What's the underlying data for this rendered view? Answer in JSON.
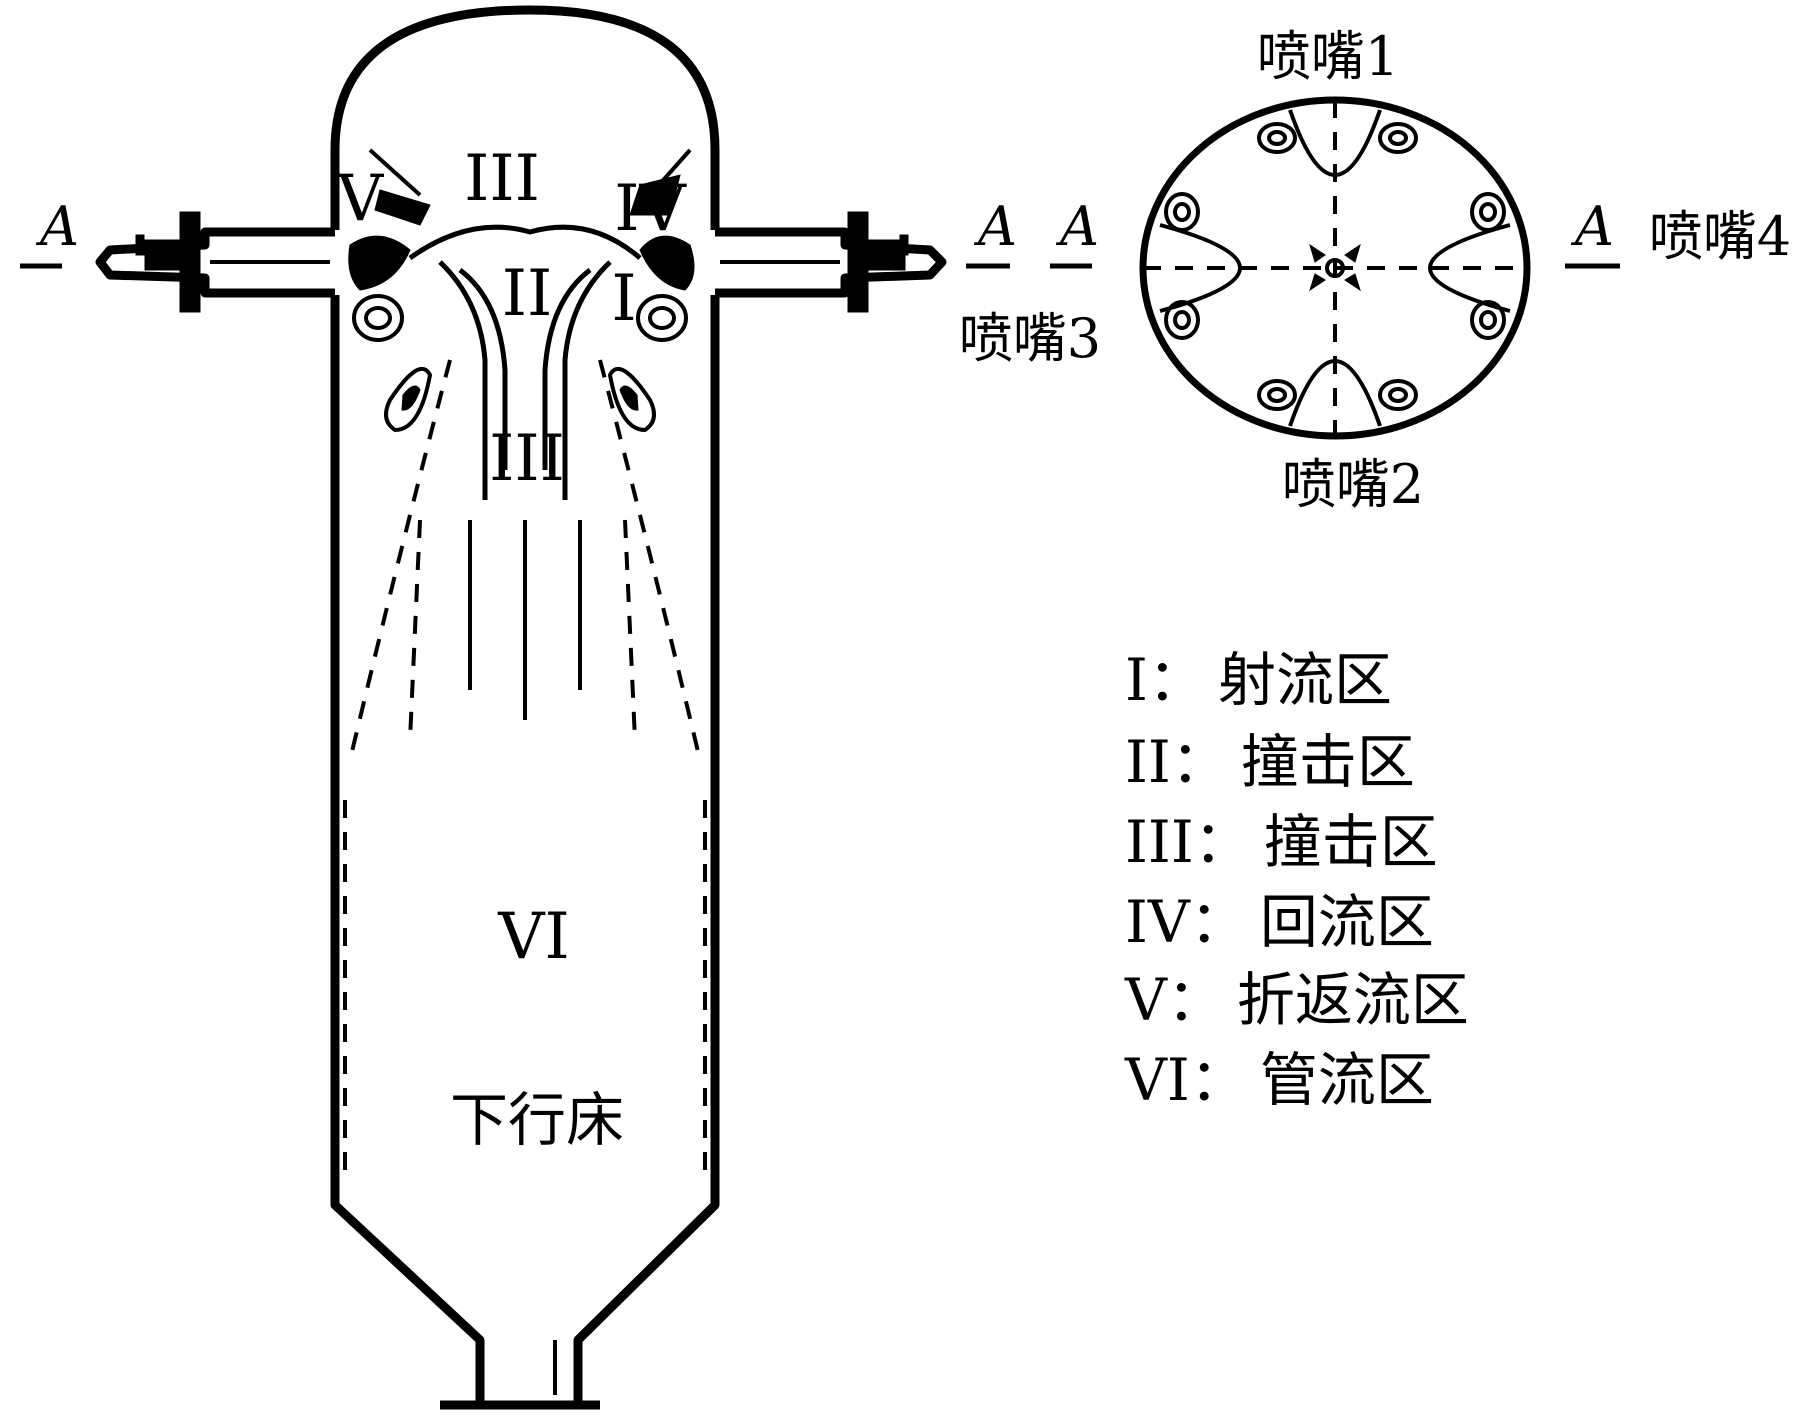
{
  "zones": {
    "top_iii": "III",
    "left_v": "V",
    "right_iv": "IV",
    "center_ii": "II",
    "right_i": "I",
    "mid_iii": "III",
    "bottom_vi": "VI"
  },
  "bed_label": "下行床",
  "section_marks": {
    "left": "A",
    "right_1": "A",
    "right_2": "A",
    "far_right": "A"
  },
  "nozzles": {
    "n1": "喷嘴1",
    "n2": "喷嘴2",
    "n3": "喷嘴3",
    "n4": "喷嘴4"
  },
  "legend": [
    {
      "numeral": "I",
      "sep": "：",
      "text": "射流区"
    },
    {
      "numeral": "II",
      "sep": "：",
      "text": "撞击区"
    },
    {
      "numeral": "III",
      "sep": "：",
      "text": "撞击区"
    },
    {
      "numeral": "IV",
      "sep": "：",
      "text": "回流区"
    },
    {
      "numeral": "V",
      "sep": "：",
      "text": "折返流区"
    },
    {
      "numeral": "VI",
      "sep": "：",
      "text": "管流区"
    }
  ]
}
